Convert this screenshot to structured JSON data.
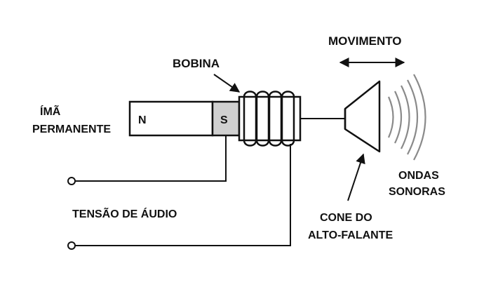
{
  "labels": {
    "magnet_line1": "ÍMÃ",
    "magnet_line2": "PERMANENTE",
    "coil": "BOBINA",
    "motion": "MOVIMENTO",
    "audio_voltage": "TENSÃO DE ÁUDIO",
    "cone_line1": "CONE DO",
    "cone_line2": "ALTO-FALANTE",
    "waves_line1": "ONDAS",
    "waves_line2": "SONORAS"
  },
  "poles": {
    "north": "N",
    "south": "S"
  },
  "colors": {
    "ink": "#111111",
    "south_pole_fill": "#d0d0d0",
    "sound_waves": "#8a8a8a"
  }
}
